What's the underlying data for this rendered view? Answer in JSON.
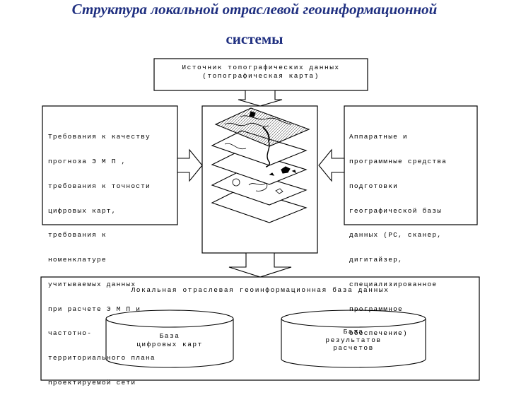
{
  "title": {
    "line1": "Структура локальной отраслевой геоинформационной",
    "line2": "системы"
  },
  "source_box": {
    "lines": [
      "Источник топографических данных",
      "(топографическая карта)"
    ]
  },
  "left_box": {
    "lines": [
      "Требования к качеству",
      "прогноза Э М П ,",
      "требования к точности",
      "цифровых карт,",
      "требования к",
      "номенклатуре",
      "учитываемых данных",
      "при расчете Э М П и",
      "частотно-",
      "территориального плана",
      "проектируемой сети"
    ]
  },
  "right_box": {
    "lines": [
      "Аппаратные и",
      "программные средства",
      "подготовки",
      "географической базы",
      "данных (PC, сканер,",
      "дигитайзер,",
      "специализированное",
      "программное",
      "обеспечение)"
    ]
  },
  "db_box": {
    "title": "Локальная отраслевая геоинформационная база данных",
    "cylinders": [
      {
        "lines": [
          "База",
          "цифровых карт"
        ]
      },
      {
        "lines": [
          "База",
          "результатов",
          "расчетов"
        ]
      }
    ]
  }
}
